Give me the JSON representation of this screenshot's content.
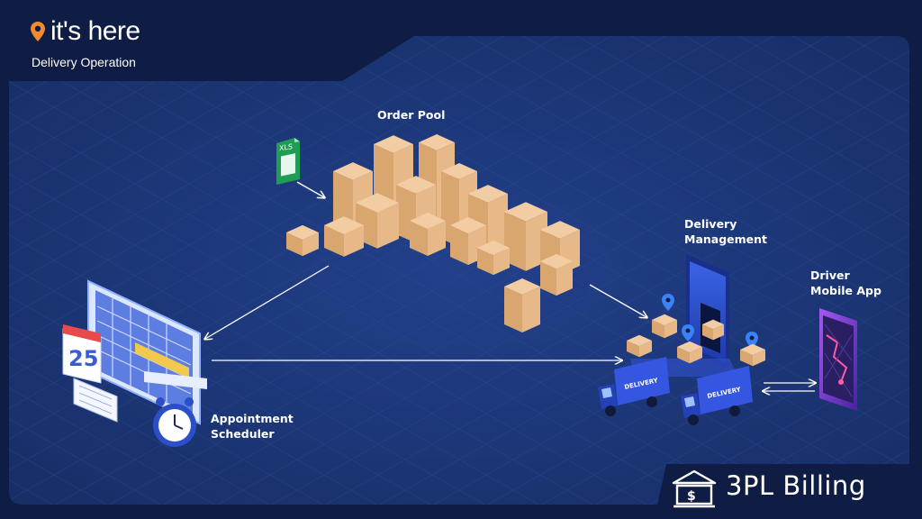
{
  "brand": {
    "name": "it's here",
    "subtitle": "Delivery Operation"
  },
  "nodes": {
    "order_pool": "Order Pool",
    "xls_file": "XLS",
    "delivery_management_line1": "Delivery",
    "delivery_management_line2": "Management",
    "driver_app_line1": "Driver",
    "driver_app_line2": "Mobile App",
    "scheduler_line1": "Appointment",
    "scheduler_line2": "Scheduler",
    "calendar_day": "25",
    "truck_text": "DELIVERY"
  },
  "footer": {
    "billing_label": "3PL Billing"
  },
  "colors": {
    "background": "#0f1d44",
    "panel": "#1b3370",
    "accent_orange": "#f28a2e",
    "box": "#e2b483",
    "truck": "#2f4fd6",
    "phone": "#7a3fd0",
    "excel_green": "#1f9d55"
  }
}
